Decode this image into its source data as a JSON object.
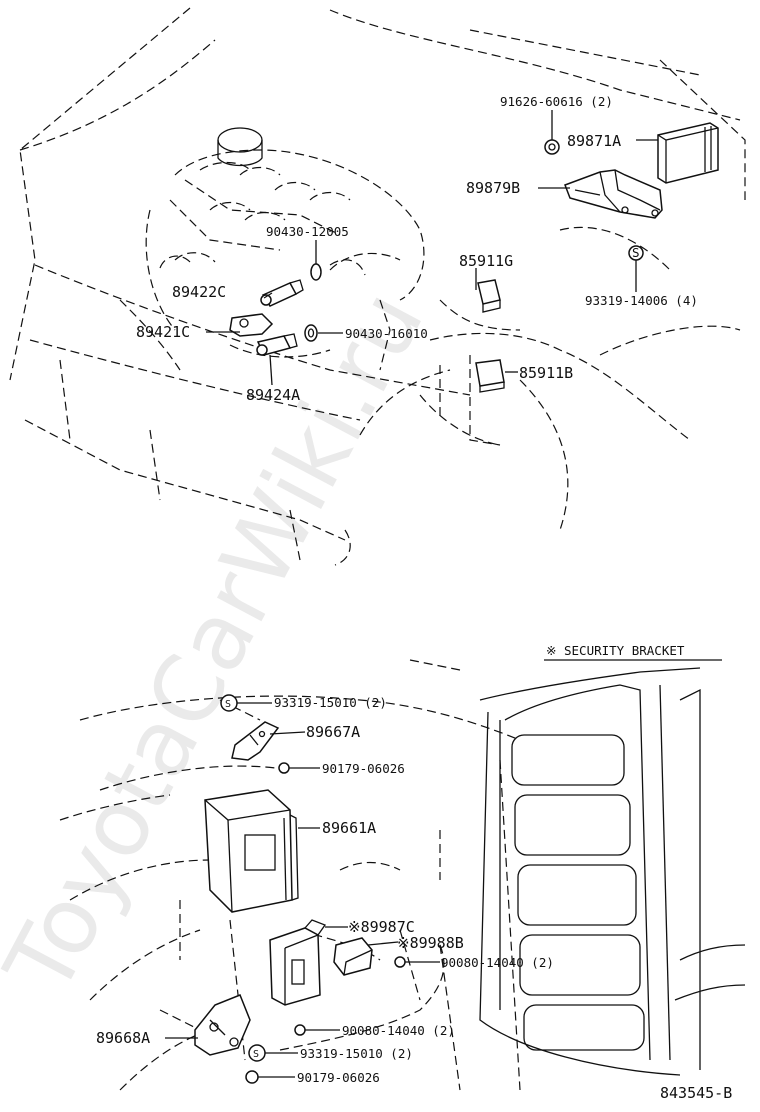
{
  "watermark": "ToyotaCarWiki.ru",
  "security_note": "※ SECURITY BRACKET",
  "diagram_number": "843545-B",
  "labels": {
    "p91626_60616": "91626-60616 (2)",
    "p89871A": "89871A",
    "p89879B": "89879B",
    "p90430_12005": "90430-12005",
    "p85911G": "85911G",
    "p89422C": "89422C",
    "p93319_14006": "93319-14006 (4)",
    "p89421C": "89421C",
    "p90430_16010": "90430-16010",
    "p85911B": "85911B",
    "p89424A": "89424A",
    "p93319_15010_top": "93319-15010 (2)",
    "p89667A": "89667A",
    "p90179_06026_top": "90179-06026",
    "p89661A": "89661A",
    "p89987C": "※89987C",
    "p89988B": "※89988B",
    "p90080_14040_right": "90080-14040 (2)",
    "p89668A": "89668A",
    "p90080_14040_bottom": "90080-14040 (2)",
    "p93319_15010_bottom": "93319-15010 (2)",
    "p90179_06026_bottom": "90179-06026"
  },
  "symbols": {
    "s_circle": "S"
  }
}
